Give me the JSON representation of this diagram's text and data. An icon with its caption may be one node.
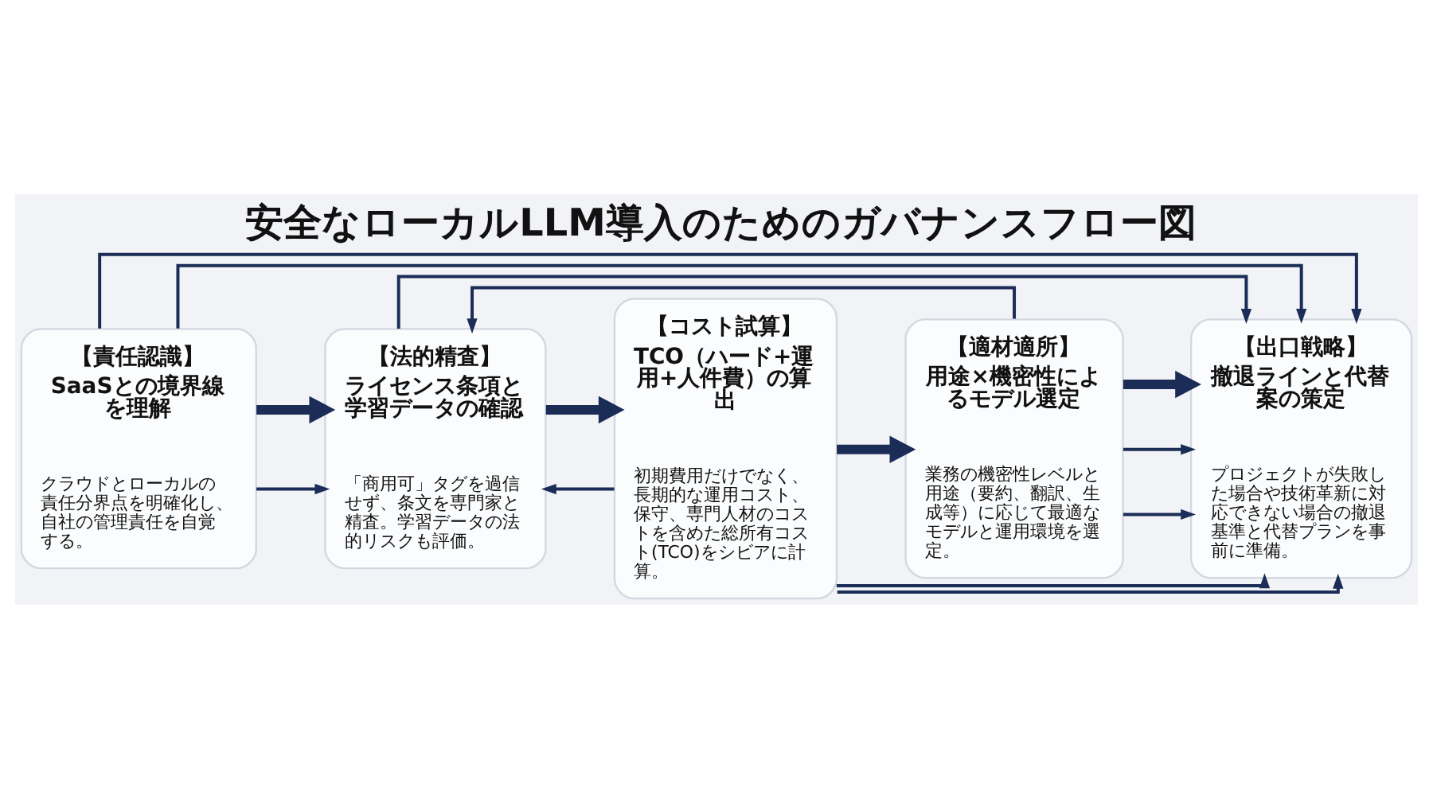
{
  "diagram": {
    "title": "安全なローカルLLM導入のためのガバナンスフロー図",
    "nodes": [
      {
        "text": [
          "【責任認識】",
          "SaaSとの境界線を理解",
          "クラウドとローカルの責任分界点を明確化し、自社の管理責任を自覚する。"
        ]
      },
      {
        "text": [
          "【法的精査】",
          "ライセンス条項と学習データの確認",
          "「商用可」タグを過信せず、条文を専門家と精査。学習データの法的リスクも評価。"
        ]
      },
      {
        "text": [
          "【コスト試算】",
          "TCO（ハード+運用+人件費）の算出",
          "初期費用だけでなく、長期的な運用コスト、保守、専門人材のコストを含めた総所有コスト(TCO)をシビアに計算。"
        ]
      },
      {
        "text": [
          "【適材適所】",
          "用途×機密性によるモデル選定",
          "業務の機密性レベルと用途（要約、翻訳、生成等）に応じて最適なモデルと運用環境を選定。"
        ]
      },
      {
        "text": [
          "【出口戦略】",
          "撤退ラインと代替案の策定",
          "プロジェクトが失敗した場合や技術革新に対応できない場合の撤退基準と代替プランを事前に準備。"
        ]
      }
    ],
    "edges": [
      {
        "from": 0,
        "to": 1,
        "arrow": "to",
        "style": "thick"
      },
      {
        "from": 1,
        "to": 2,
        "arrow": "to",
        "style": "thick"
      },
      {
        "from": 2,
        "to": 3,
        "arrow": "to",
        "style": "thick"
      },
      {
        "from": 3,
        "to": 4,
        "arrow": "to",
        "style": "thick"
      },
      {
        "from": 0,
        "to": 4,
        "arrow": "to"
      },
      {
        "from": 1,
        "to": 4,
        "arrow": "to"
      },
      {
        "from": 2,
        "to": 4,
        "arrow": "to"
      },
      {
        "from": 3,
        "to": 4,
        "arrow": "to"
      },
      {
        "from": 0,
        "to": 1,
        "arrow": "to"
      },
      {
        "from": 0,
        "to": 4,
        "arrow": "to"
      },
      {
        "from": 2,
        "to": 1,
        "arrow": "to"
      },
      {
        "from": 2,
        "to": 4,
        "arrow": "to"
      },
      {
        "from": 3,
        "to": 1,
        "arrow": "to"
      },
      {
        "from": 3,
        "to": 4,
        "arrow": "to"
      }
    ]
  }
}
